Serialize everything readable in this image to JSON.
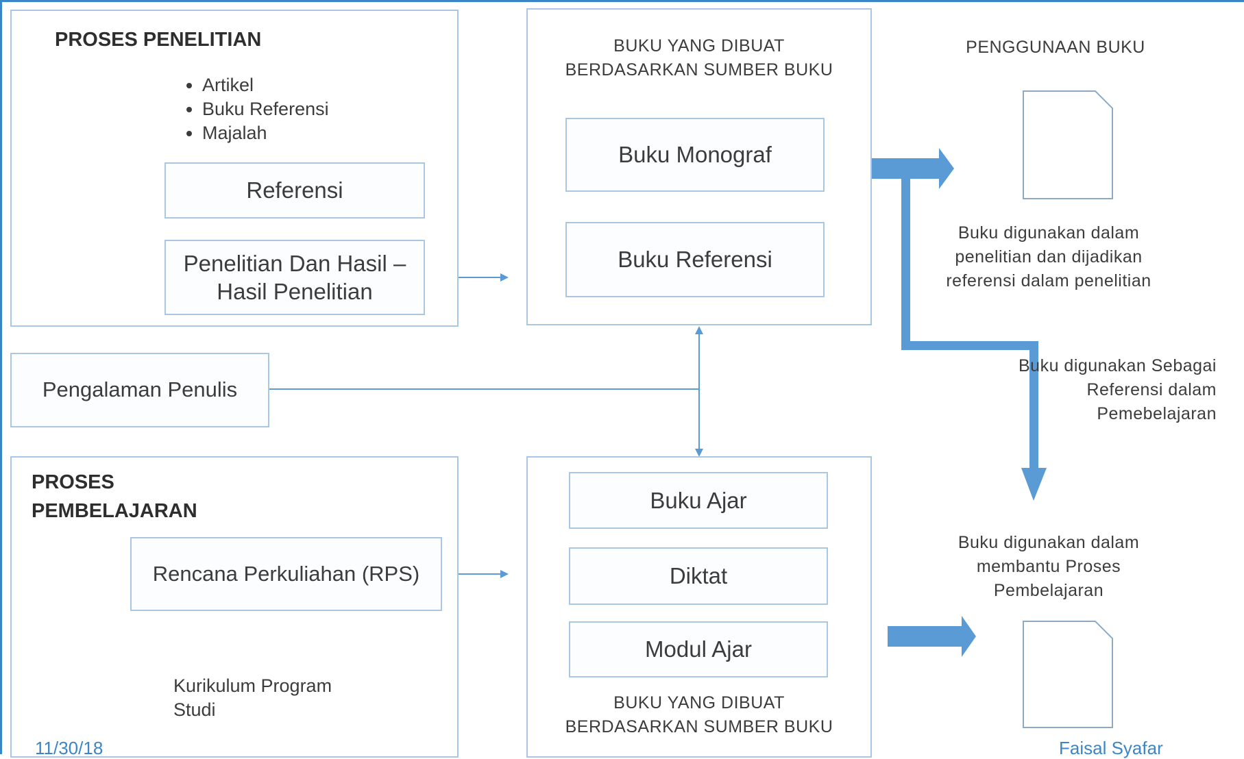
{
  "research": {
    "title": "PROSES PENELITIAN",
    "sources": [
      "Artikel",
      "Buku Referensi",
      "Majalah"
    ],
    "referensi": "Referensi",
    "penelitian": "Penelitian Dan Hasil – Hasil Penelitian"
  },
  "experience": "Pengalaman Penulis",
  "learning": {
    "title": "PROSES PEMBELAJARAN",
    "rps": "Rencana Perkuliahan (RPS)",
    "kurikulum": "Kurikulum Program Studi"
  },
  "top_center": {
    "caption": "BUKU YANG DIBUAT BERDASARKAN SUMBER BUKU",
    "items": [
      "Buku Monograf",
      "Buku Referensi"
    ]
  },
  "bottom_center": {
    "items": [
      "Buku Ajar",
      "Diktat",
      "Modul Ajar"
    ],
    "caption": "BUKU YANG DIBUAT BERDASARKAN SUMBER BUKU"
  },
  "usage": {
    "title": "PENGGUNAAN BUKU",
    "research_use": "Buku digunakan dalam penelitian dan dijadikan referensi dalam penelitian",
    "reference_use": "Buku digunakan Sebagai Referensi dalam Pemebelajaran",
    "learning_use": "Buku digunakan dalam membantu Proses Pembelajaran"
  },
  "footer": {
    "date": "11/30/18",
    "author": "Faisal Syafar"
  },
  "colors": {
    "frame": "#3b86c9",
    "box_border": "#a9c7e2",
    "arrow": "#5b9bd5"
  }
}
